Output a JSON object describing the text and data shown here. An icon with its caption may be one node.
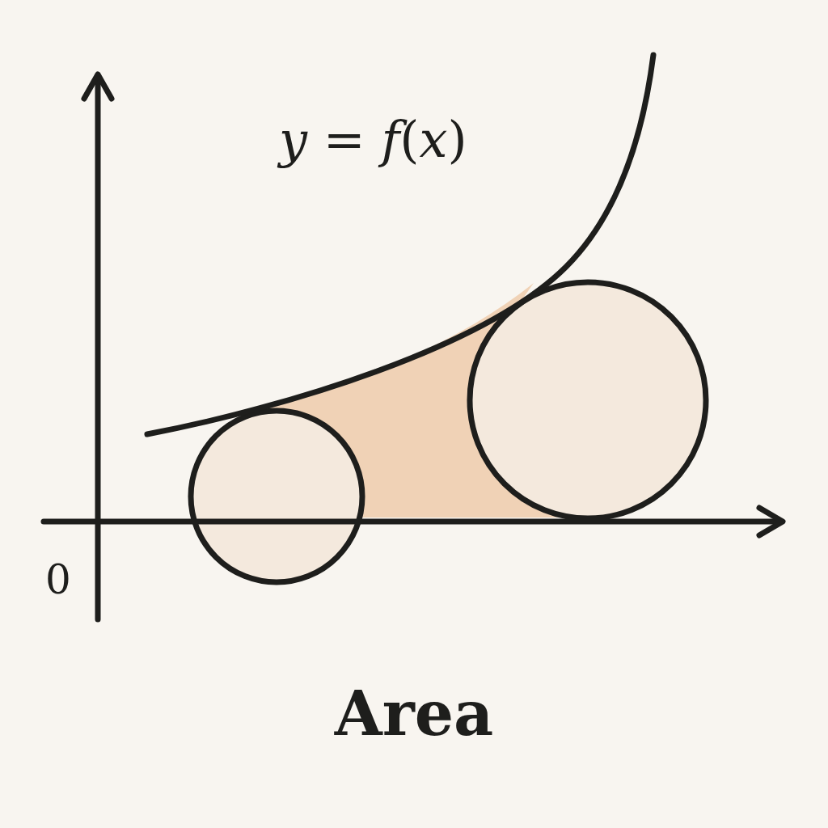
{
  "diagram": {
    "caption": "Area",
    "labels": [
      "*y* = *f*(*x*)",
      "0"
    ]
  }
}
